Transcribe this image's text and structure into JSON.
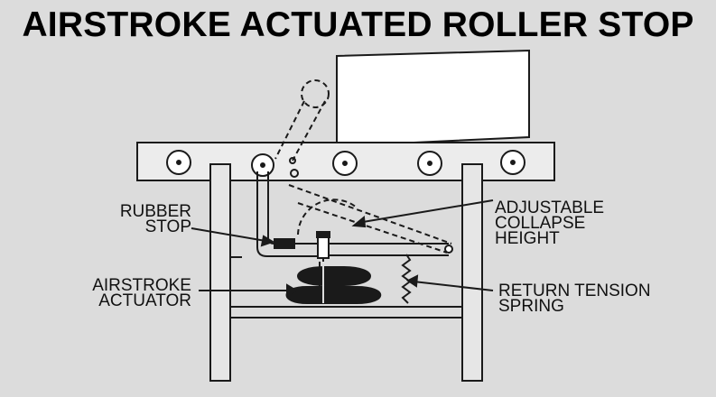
{
  "title": "AIRSTROKE ACTUATED ROLLER STOP",
  "labels": {
    "rubber_stop": "RUBBER\nSTOP",
    "airstroke_actuator": "AIRSTROKE\nACTUATOR",
    "adjustable_collapse_height": "ADJUSTABLE\nCOLLAPSE\nHEIGHT",
    "return_tension_spring": "RETURN TENSION\nSPRING"
  },
  "colors": {
    "background": "#dcdcdc",
    "line": "#1a1a1a",
    "box_fill": "#ffffff",
    "frame_fill": "#e6e6e6"
  }
}
